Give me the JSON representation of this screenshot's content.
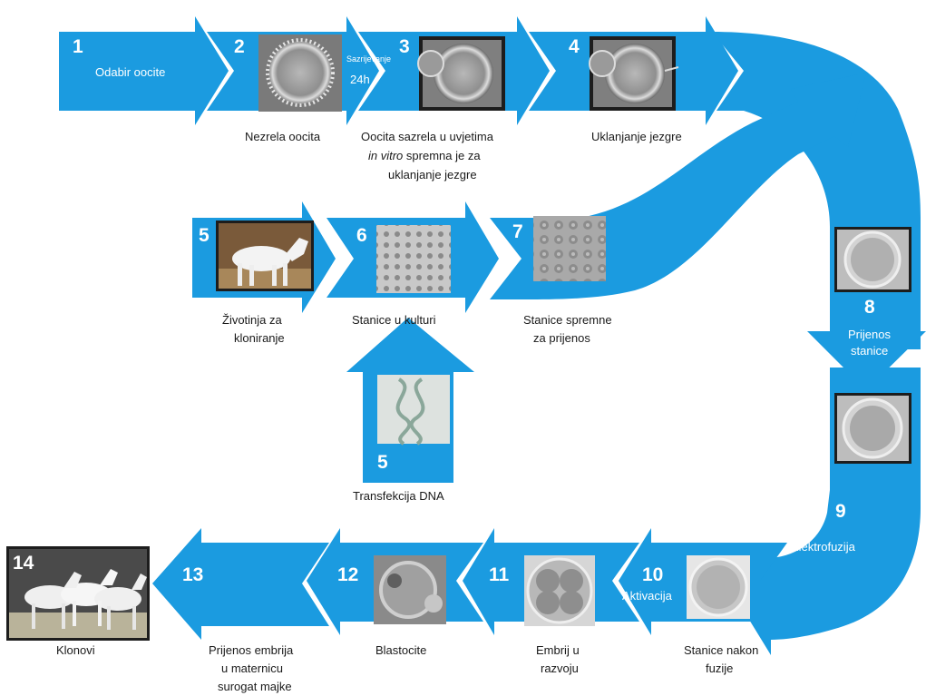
{
  "colors": {
    "arrow_blue": "#1b9be0",
    "caption_text": "#1a1a1a",
    "white": "#ffffff"
  },
  "steps": {
    "s1": {
      "num": "1",
      "label": "Odabir oocite"
    },
    "s2": {
      "num": "2",
      "caption": "Nezrela oocita"
    },
    "between_2_3": {
      "line1": "Sazrijevanje",
      "line2": "24h"
    },
    "s3": {
      "num": "3",
      "caption_l1": "Oocita sazrela u uvjetima",
      "caption_l2_italic": "in vitro",
      "caption_l2_rest": " spremna je za",
      "caption_l3": "uklanjanje jezgre"
    },
    "s4": {
      "num": "4",
      "caption": "Uklanjanje jezgre"
    },
    "s5": {
      "num": "5",
      "caption_l1": "Životinja za",
      "caption_l2": "kloniranje"
    },
    "s5b": {
      "num": "5",
      "caption": "Transfekcija DNA"
    },
    "s6": {
      "num": "6",
      "caption": "Stanice u kulturi"
    },
    "s7": {
      "num": "7",
      "caption_l1": "Stanice spremne",
      "caption_l2": "za prijenos"
    },
    "s8": {
      "num": "8",
      "label_l1": "Prijenos",
      "label_l2": "stanice"
    },
    "s9": {
      "num": "9",
      "label": "Elektrofuzija"
    },
    "s10": {
      "num": "10",
      "label": "Aktivacija",
      "caption_l1": "Stanice nakon",
      "caption_l2": "fuzije"
    },
    "s11": {
      "num": "11",
      "caption_l1": "Embrij u",
      "caption_l2": "razvoju"
    },
    "s12": {
      "num": "12",
      "caption": "Blastocite"
    },
    "s13": {
      "num": "13",
      "caption_l1": "Prijenos embrija",
      "caption_l2": "u maternicu",
      "caption_l3": "surogat majke"
    },
    "s14": {
      "num": "14",
      "caption": "Klonovi"
    }
  }
}
